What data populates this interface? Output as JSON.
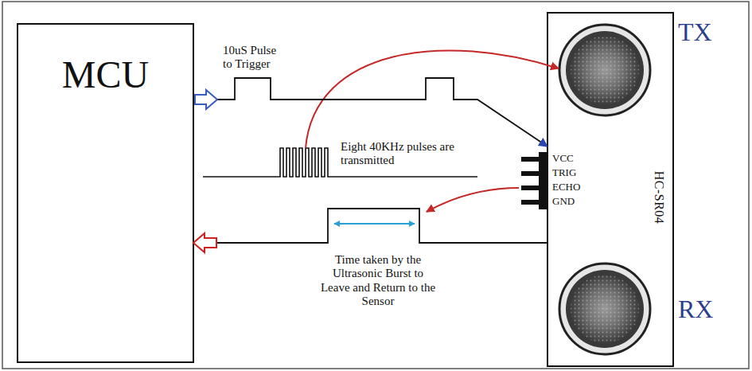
{
  "diagram": {
    "nodes": [
      {
        "text": [
          "MCU"
        ]
      },
      {
        "text": [
          "HC-SR04"
        ]
      }
    ],
    "edges": [
      {
        "from": 0,
        "to": 1,
        "arrow": "to"
      },
      {
        "from": 1,
        "to": 0,
        "arrow": "to"
      }
    ],
    "labels": [
      "10uS Pulse to Trigger",
      "Eight 40KHz pulses are transmitted",
      "TX",
      "VCC",
      "TRIG",
      "ECHO",
      "GND",
      "Time taken by the Ultrasonic Burst to Leave and Return to the Sensor",
      "RX"
    ]
  }
}
